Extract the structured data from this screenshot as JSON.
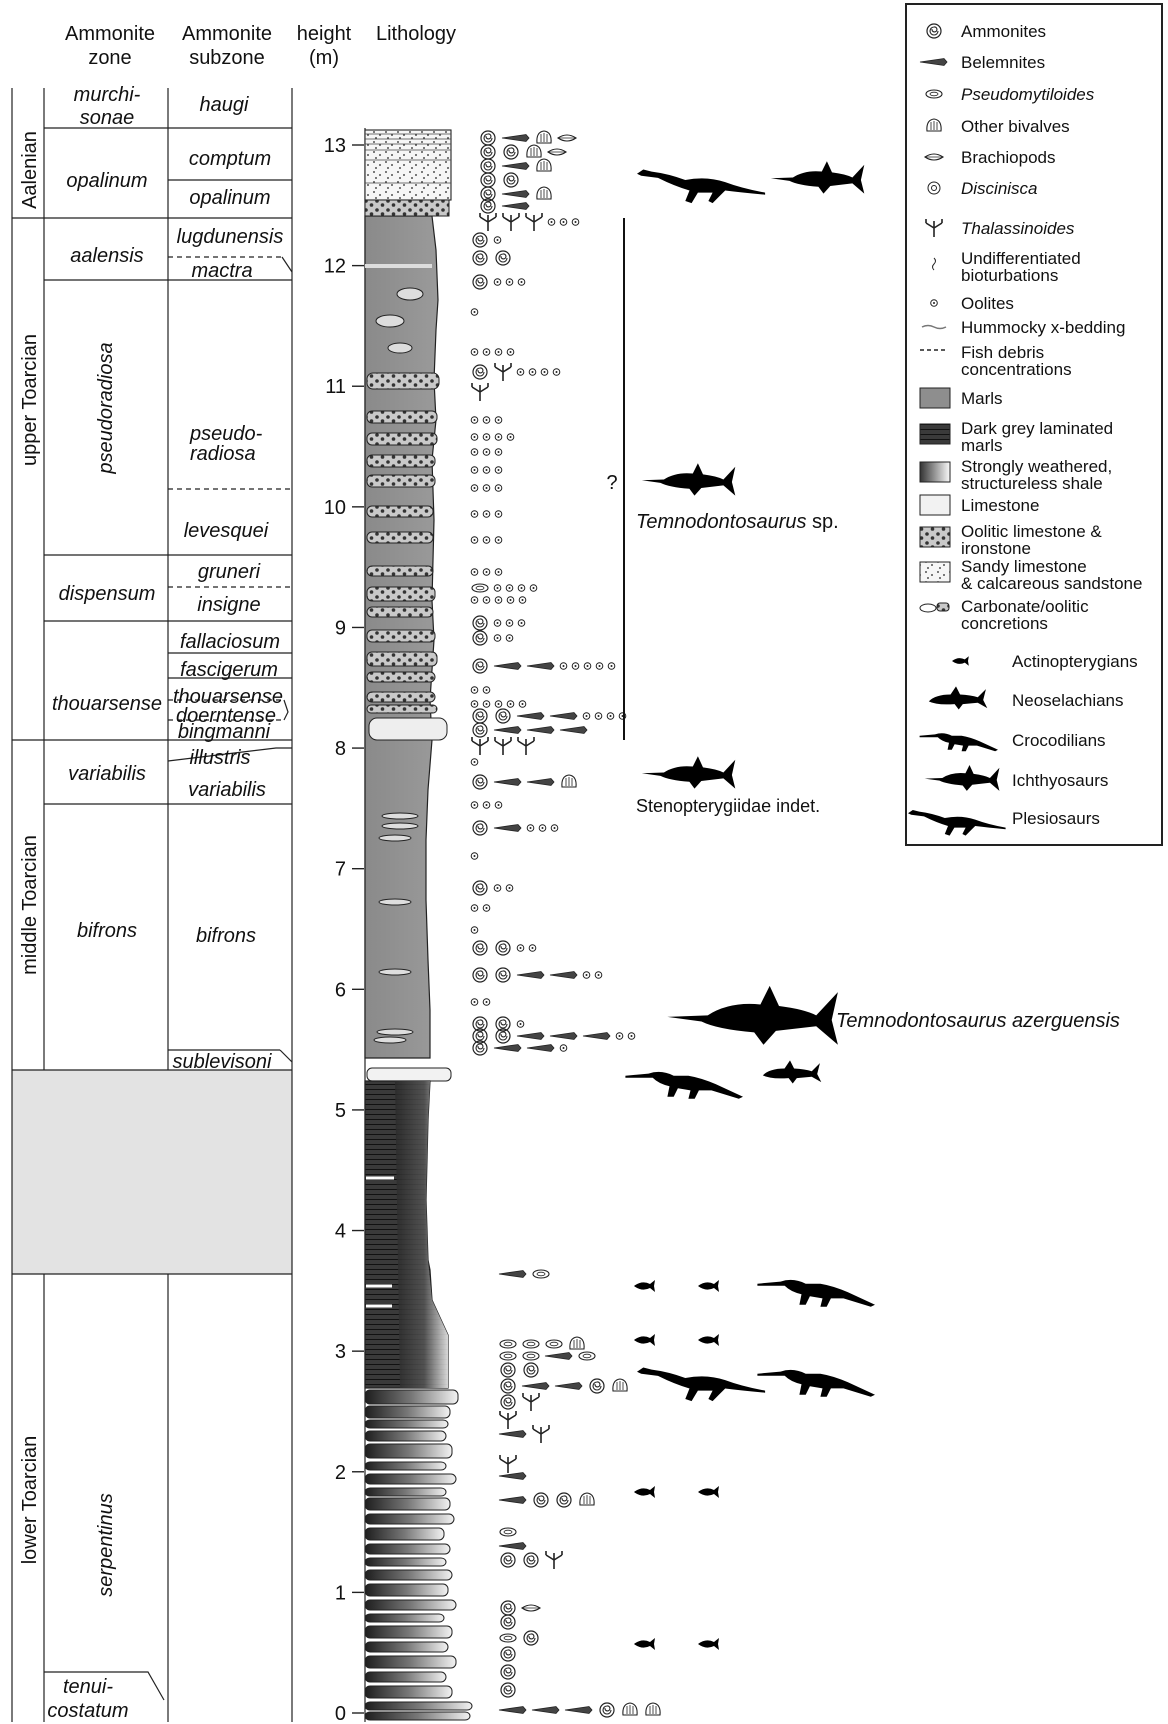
{
  "header": {
    "ammonite_zone": [
      "Ammonite",
      "zone"
    ],
    "ammonite_subzone": [
      "Ammonite",
      "subzone"
    ],
    "height": [
      "height",
      "(m)"
    ],
    "lithology": "Lithology"
  },
  "stages": [
    "Aalenian",
    "upper Toarcian",
    "middle Toarcian",
    "lower Toarcian"
  ],
  "zones": [
    [
      "murchi-",
      "sonae"
    ],
    [
      "opalinum"
    ],
    [
      "aalensis"
    ],
    [
      "pseudoradiosa"
    ],
    [
      "dispensum"
    ],
    [
      "thouarsense"
    ],
    [
      "variabilis"
    ],
    [
      "bifrons"
    ],
    [
      "serpentinus"
    ],
    [
      "tenui-",
      "costatum"
    ]
  ],
  "subzones": [
    [
      "haugi"
    ],
    [
      "comptum"
    ],
    [
      "opalinum"
    ],
    [
      "lugdunensis"
    ],
    [
      "mactra"
    ],
    [
      "pseudo-",
      "radiosa"
    ],
    [
      "levesquei"
    ],
    [
      "gruneri"
    ],
    [
      "insigne"
    ],
    [
      "fallaciosum"
    ],
    [
      "fascigerum"
    ],
    [
      "thouarsense"
    ],
    [
      "doerntense"
    ],
    [
      "bingmanni"
    ],
    [
      "illustris"
    ],
    [
      "variabilis"
    ],
    [
      "bifrons"
    ],
    [
      "sublevisoni"
    ]
  ],
  "height_ticks": [
    "0",
    "1",
    "2",
    "3",
    "4",
    "5",
    "6",
    "7",
    "8",
    "9",
    "10",
    "11",
    "12",
    "13"
  ],
  "taxa_labels": {
    "temno_sp": [
      "Temnodontosaurus",
      " sp."
    ],
    "question": "?",
    "steno": "Stenopterygiidae  indet.",
    "azerguensis": "Temnodontosaurus azerguensis"
  },
  "legend": [
    {
      "label": [
        "Ammonites"
      ],
      "italic": false,
      "icon": "ammonite-icon"
    },
    {
      "label": [
        "Belemnites"
      ],
      "italic": false,
      "icon": "belemnite-icon"
    },
    {
      "label": [
        "Pseudomytiloides"
      ],
      "italic": true,
      "icon": "pseudomytiloides-icon"
    },
    {
      "label": [
        "Other bivalves"
      ],
      "italic": false,
      "icon": "bivalve-icon"
    },
    {
      "label": [
        "Brachiopods"
      ],
      "italic": false,
      "icon": "brachiopod-icon"
    },
    {
      "label": [
        "Discinisca"
      ],
      "italic": true,
      "icon": "discinisca-icon"
    },
    {
      "label": [
        "Thalassinoides"
      ],
      "italic": true,
      "icon": "thalassinoides-icon"
    },
    {
      "label": [
        "Undifferentiated",
        "bioturbations"
      ],
      "italic": false,
      "icon": "bioturbation-icon"
    },
    {
      "label": [
        "Oolites"
      ],
      "italic": false,
      "icon": "oolite-icon"
    },
    {
      "label": [
        "Hummocky x-bedding"
      ],
      "italic": false,
      "icon": "hummocky-icon"
    },
    {
      "label": [
        "Fish debris",
        "concentrations"
      ],
      "italic": false,
      "icon": "fish-debris-icon"
    },
    {
      "label": [
        "Marls"
      ],
      "italic": false,
      "icon": "marls-swatch-icon"
    },
    {
      "label": [
        "Dark grey laminated",
        "marls"
      ],
      "italic": false,
      "icon": "laminated-marls-swatch-icon"
    },
    {
      "label": [
        "Strongly weathered,",
        "structureless shale"
      ],
      "italic": false,
      "icon": "weathered-shale-swatch-icon"
    },
    {
      "label": [
        "Limestone"
      ],
      "italic": false,
      "icon": "limestone-swatch-icon"
    },
    {
      "label": [
        "Oolitic limestone &",
        "ironstone"
      ],
      "italic": false,
      "icon": "oolitic-limestone-swatch-icon"
    },
    {
      "label": [
        "Sandy limestone",
        "& calcareous sandstone"
      ],
      "italic": false,
      "icon": "sandy-limestone-swatch-icon"
    },
    {
      "label": [
        "Carbonate/oolitic",
        "concretions"
      ],
      "italic": false,
      "icon": "concretion-icon"
    },
    {
      "label": [
        "Actinopterygians"
      ],
      "italic": false,
      "icon": "actinopterygian-icon"
    },
    {
      "label": [
        "Neoselachians"
      ],
      "italic": false,
      "icon": "neoselachian-icon"
    },
    {
      "label": [
        "Crocodilians"
      ],
      "italic": false,
      "icon": "crocodilian-icon"
    },
    {
      "label": [
        "Ichthyosaurs"
      ],
      "italic": false,
      "icon": "ichthyosaur-icon"
    },
    {
      "label": [
        "Plesiosaurs"
      ],
      "italic": false,
      "icon": "plesiosaur-icon"
    }
  ],
  "colors": {
    "marl": "#8e8e8e",
    "dark_marl": "#3a3a3a",
    "gap_fill": "#e3e3e3",
    "silhouette": "#000000"
  }
}
